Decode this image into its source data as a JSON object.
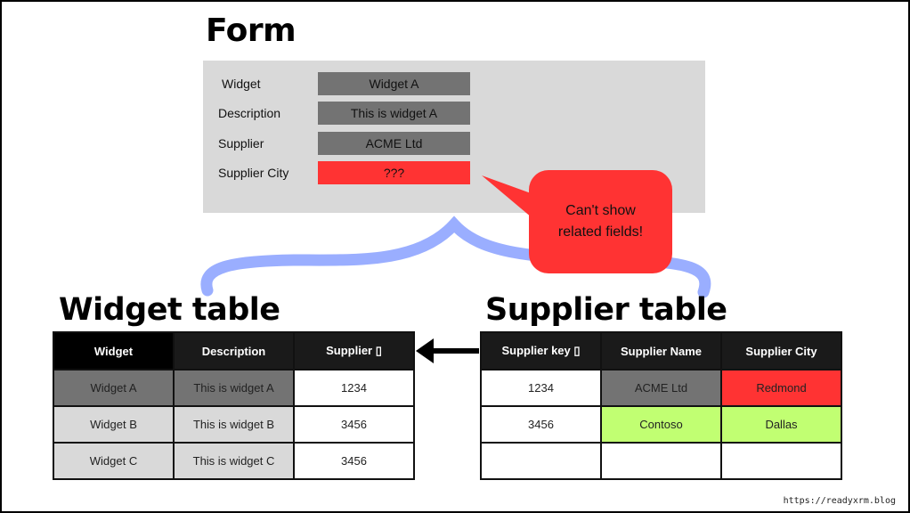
{
  "form": {
    "title": "Form",
    "fields": [
      {
        "label": "Widget",
        "value": "Widget A"
      },
      {
        "label": "Description",
        "value": "This is widget A"
      },
      {
        "label": "Supplier",
        "value": "ACME Ltd"
      },
      {
        "label": "Supplier City",
        "value": "???",
        "status": "error"
      }
    ]
  },
  "callout": {
    "text": "Can't show related fields!"
  },
  "widget_table": {
    "title": "Widget table",
    "headers": [
      "Widget",
      "Description",
      "Supplier ▯"
    ],
    "rows": [
      [
        "Widget A",
        "This is widget A",
        "1234"
      ],
      [
        "Widget B",
        "This is widget B",
        "3456"
      ],
      [
        "Widget C",
        "This is widget C",
        "3456"
      ]
    ]
  },
  "supplier_table": {
    "title": "Supplier table",
    "headers": [
      "Supplier key ▯",
      "Supplier Name",
      "Supplier City"
    ],
    "rows": [
      [
        "1234",
        "ACME Ltd",
        "Redmond"
      ],
      [
        "3456",
        "Contoso",
        "Dallas"
      ],
      [
        "",
        "",
        ""
      ]
    ]
  },
  "colors": {
    "error": "#ff3333",
    "highlight": "#c1ff72",
    "brace": "#9aaeff",
    "selected": "#737373"
  },
  "footer": {
    "url": "https://readyxrm.blog"
  }
}
